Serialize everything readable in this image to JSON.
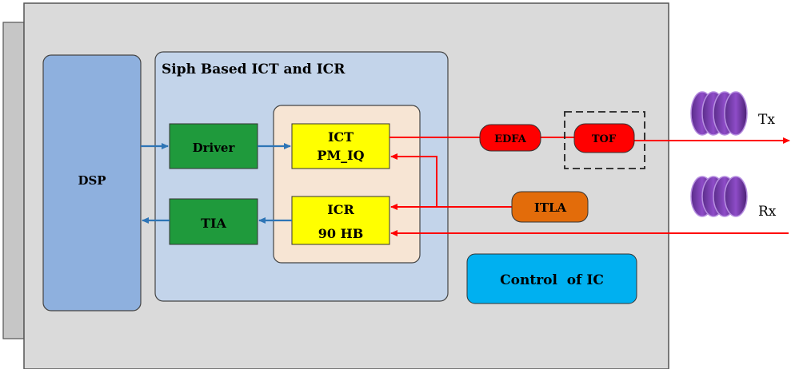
{
  "colors": {
    "board": "#dadada",
    "rail": "#c6c6c6",
    "dsp": "#8eb0de",
    "siph": "#c3d4ea",
    "inner": "#f7e5d4",
    "green": "#1f9a3c",
    "yellow": "#ffff00",
    "red": "#ff0000",
    "itla": "#e36c0a",
    "control": "#00b0f0",
    "blue_arrow": "#2e75b6",
    "fiber": "#7030a0"
  },
  "blocks": {
    "dsp": "DSP",
    "siph_title": "Siph Based ICT and ICR",
    "driver": "Driver",
    "tia": "TIA",
    "ict_line1": "ICT",
    "ict_line2": "PM_IQ",
    "icr_line1": "ICR",
    "icr_line2": "90 HB",
    "edfa": "EDFA",
    "tof": "TOF",
    "itla": "ITLA",
    "control": "Control  of IC"
  },
  "ports": {
    "tx": "Tx",
    "rx": "Rx"
  }
}
